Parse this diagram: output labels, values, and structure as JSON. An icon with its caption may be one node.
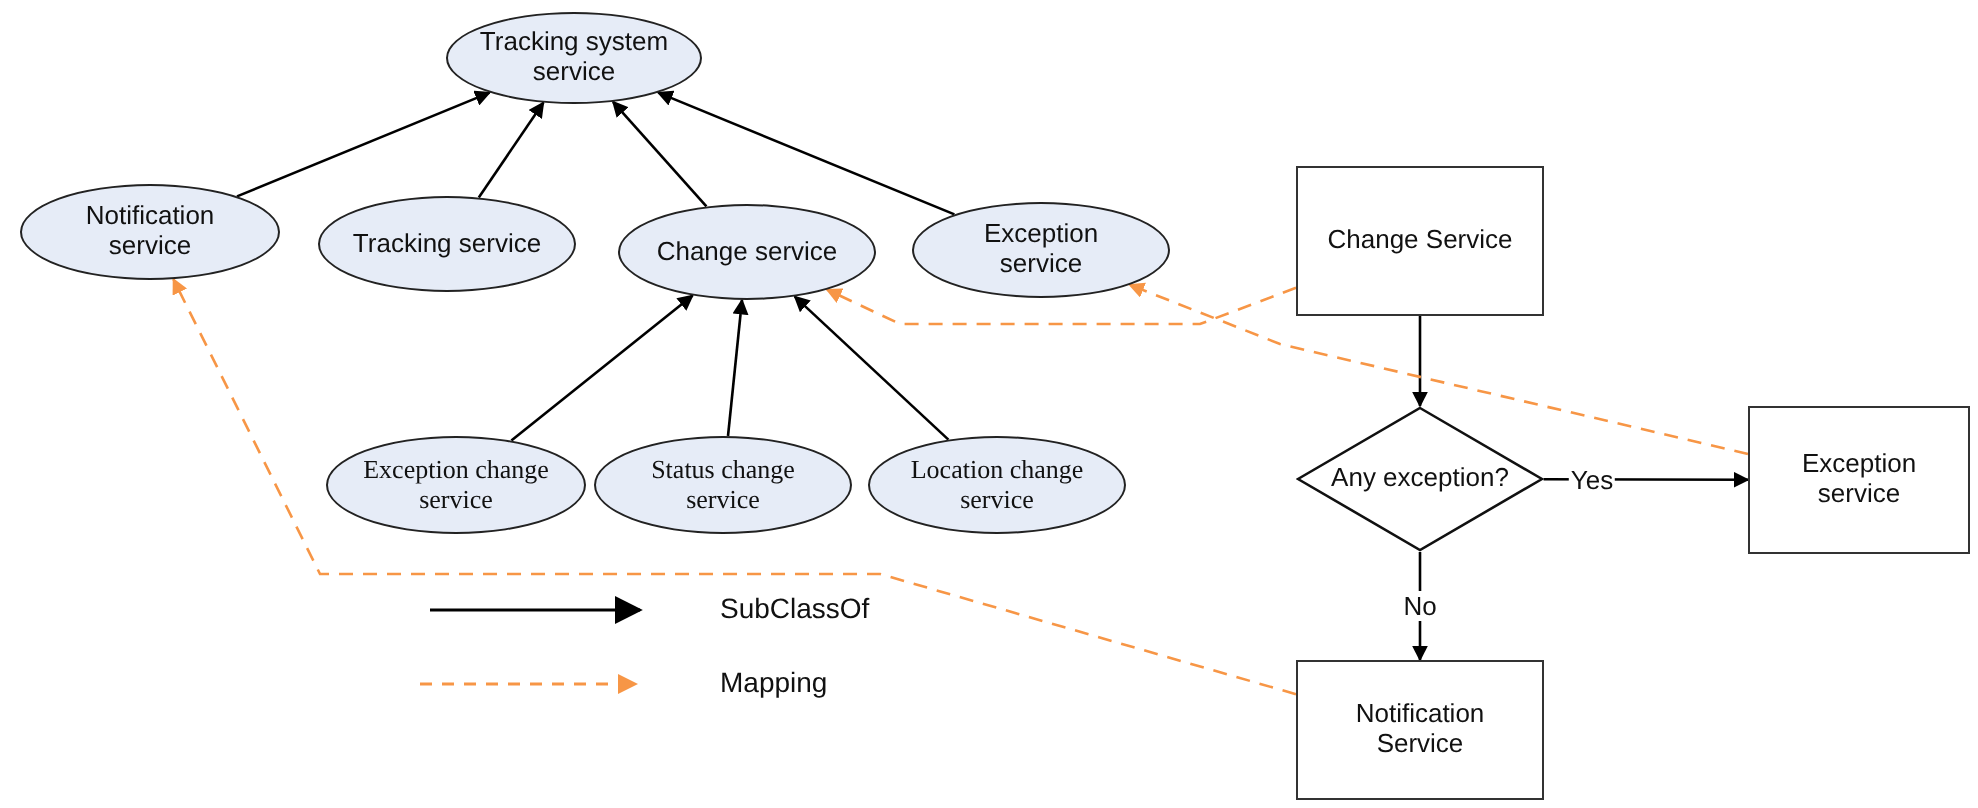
{
  "diagram": {
    "nodes": [
      {
        "text": [
          "Tracking system service"
        ]
      },
      {
        "text": [
          "Notification service"
        ]
      },
      {
        "text": [
          "Tracking service"
        ]
      },
      {
        "text": [
          "Change service"
        ]
      },
      {
        "text": [
          "Exception service"
        ]
      },
      {
        "text": [
          "Exception change service"
        ]
      },
      {
        "text": [
          "Status change service"
        ]
      },
      {
        "text": [
          "Location change service"
        ]
      },
      {
        "text": [
          "Change Service"
        ]
      },
      {
        "text": [
          "Any exception?"
        ]
      },
      {
        "text": [
          "Exception service"
        ]
      },
      {
        "text": [
          "Notification Service"
        ]
      }
    ],
    "edges": [
      {
        "from": 1,
        "to": 0,
        "arrow": "to"
      },
      {
        "from": 2,
        "to": 0,
        "arrow": "to"
      },
      {
        "from": 3,
        "to": 0,
        "arrow": "to"
      },
      {
        "from": 4,
        "to": 0,
        "arrow": "to"
      },
      {
        "from": 5,
        "to": 3,
        "arrow": "to"
      },
      {
        "from": 6,
        "to": 3,
        "arrow": "to"
      },
      {
        "from": 7,
        "to": 3,
        "arrow": "to"
      },
      {
        "from": 8,
        "to": 9,
        "arrow": "to"
      },
      {
        "from": 9,
        "to": 10,
        "arrow": "to",
        "label": "Yes"
      },
      {
        "from": 9,
        "to": 11,
        "arrow": "to",
        "label": "No"
      },
      {
        "from": 8,
        "to": 3,
        "arrow": "to",
        "style": "dashed",
        "color": "#f79646"
      },
      {
        "from": 10,
        "to": 4,
        "arrow": "to",
        "style": "dashed",
        "color": "#f79646"
      },
      {
        "from": 11,
        "to": 1,
        "arrow": "to",
        "style": "dashed",
        "color": "#f79646"
      }
    ],
    "legend": [
      {
        "text": "SubClassOf"
      },
      {
        "text": "Mapping"
      }
    ]
  }
}
